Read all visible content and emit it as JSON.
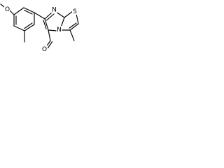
{
  "structure": {
    "atoms": {
      "methoxy_oxygen": "O",
      "imidazole_nitrogen": "N",
      "thiazole_sulfur": "S",
      "bridgehead_nitrogen": "N",
      "aldehyde_oxygen": "O"
    }
  }
}
